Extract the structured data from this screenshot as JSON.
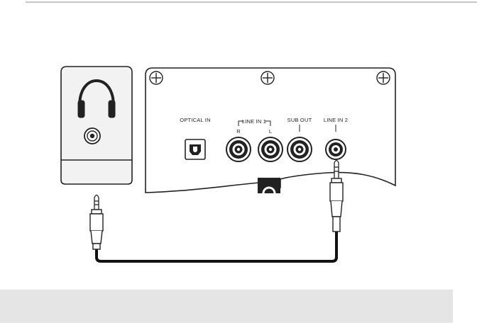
{
  "diagram": {
    "ports": {
      "optical_in": "OPTICAL IN",
      "line_in_1": "LINE IN 1",
      "line_in_1_right": "R",
      "line_in_1_left": "L",
      "sub_out": "SUB OUT",
      "line_in_2": "LINE IN 2"
    },
    "devices": {
      "source_icon": "headphones-icon",
      "connector_icon": "3.5mm-jack-icon"
    },
    "colors": {
      "outline": "#222222",
      "device_fill": "#f2f2f2",
      "panel_fill": "#ffffff",
      "cable": "#111111"
    }
  }
}
